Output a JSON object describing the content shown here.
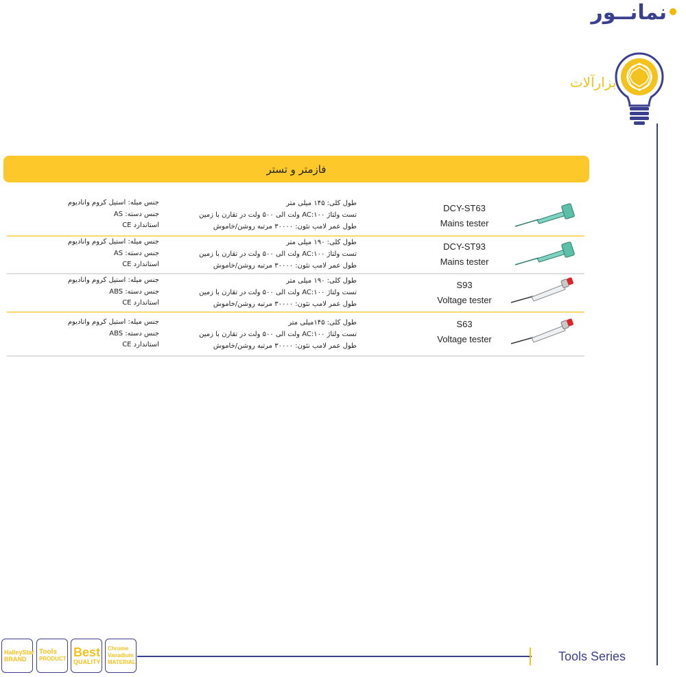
{
  "header": {
    "brand_name": "نمانــور",
    "category": "ابزارآلات"
  },
  "section": {
    "title": "فازمتر و تستر"
  },
  "products": [
    {
      "model": "DCY-ST63",
      "type": "Mains tester",
      "specs_mid": [
        "طول کلی: ۱۴۵ میلی متر",
        "تست ولتاژ AC:۱۰۰ ولت الی ۵۰۰ ولت در تقارن با زمین",
        "طول عمر لامپ نئون: ۳۰۰۰۰ مرتبه روشن/خاموش"
      ],
      "specs_left": [
        "جنس میله: استیل کروم وانادیوم",
        "جنس دسته: AS",
        "استاندارد CE"
      ],
      "image": "green-mains-tester"
    },
    {
      "model": "DCY-ST93",
      "type": "Mains tester",
      "specs_mid": [
        "طول کلی: ۱۹۰ میلی متر",
        "تست ولتاژ AC:۱۰۰ ولت الی ۵۰۰ ولت در تقارن با زمین",
        "طول عمر لامپ نئون: ۳۰۰۰۰ مرتبه روشن/خاموش"
      ],
      "specs_left": [
        "جنس میله: استیل کروم وانادیوم",
        "جنس دسته: AS",
        "استاندارد CE"
      ],
      "image": "green-mains-tester"
    },
    {
      "model": "S93",
      "type": "Voltage tester",
      "specs_mid": [
        "طول کلی: ۱۹۰ میلی متر",
        "تست ولتاژ AC:۱۰۰ ولت الی ۵۰۰ ولت در تقارن با زمین",
        "طول عمر لامپ نئون: ۳۰۰۰۰ مرتبه روشن/خاموش"
      ],
      "specs_left": [
        "جنس میله: استیل کروم وانادیوم",
        "جنس دسته: ABS",
        "استاندارد CE"
      ],
      "image": "clear-voltage-tester"
    },
    {
      "model": "S63",
      "type": "Voltage tester",
      "specs_mid": [
        "طول کلی: ۱۴۵میلی متر",
        "تست ولتاژ AC:۱۰۰ ولت الی ۵۰۰ ولت در تقارن با زمین",
        "طول عمر لامپ نئون: ۳۰۰۰۰ مرتبه روشن/خاموش"
      ],
      "specs_left": [
        "جنس میله: استیل کروم وانادیوم",
        "جنس دسته: ABS",
        "استاندارد CE"
      ],
      "image": "clear-voltage-tester"
    }
  ],
  "footer": {
    "series": "Tools Series",
    "badges": [
      {
        "lines": [
          "HalleyStar",
          "BRAND"
        ]
      },
      {
        "lines": [
          "Tools",
          "PRODUCT"
        ]
      },
      {
        "lines": [
          "Best",
          "QUALITY"
        ]
      },
      {
        "lines": [
          "Chrome",
          "Vanadium",
          "MATERIAL"
        ]
      }
    ]
  },
  "colors": {
    "accent_yellow": "#fdc829",
    "brand_navy": "#3b3f8f"
  }
}
